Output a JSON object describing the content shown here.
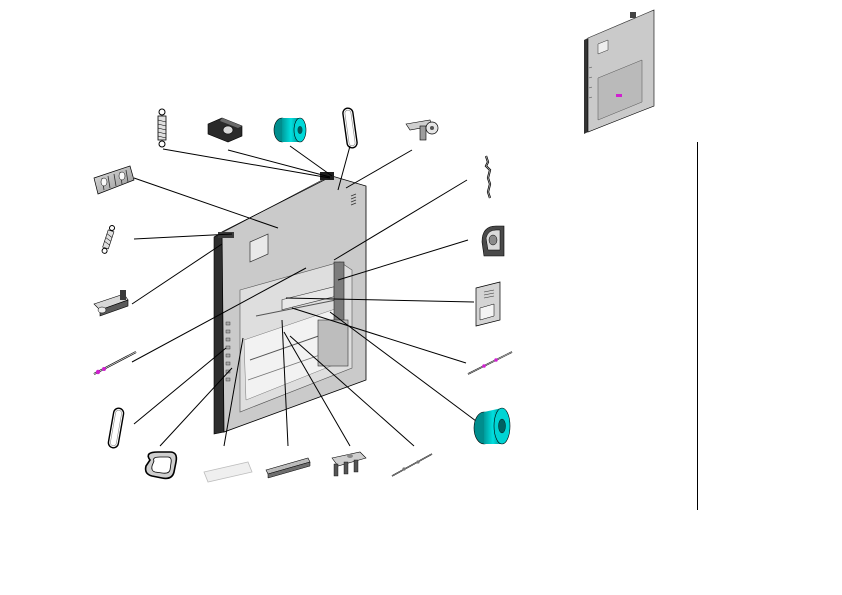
{
  "diagram": {
    "type": "exploded-parts-view",
    "colors": {
      "line": "#000000",
      "panel_face": "#c9c9c9",
      "panel_edge": "#6d6d6d",
      "panel_dark": "#3a3a3a",
      "part_grey": "#b4b4b4",
      "accent_cyan": "#00c8c8",
      "accent_magenta": "#d020d0",
      "paper": "#ffffff"
    },
    "parts": [
      {
        "id": "spring-top",
        "icon": "extension-spring-icon"
      },
      {
        "id": "bracket-top",
        "icon": "bracket-icon"
      },
      {
        "id": "roller-top",
        "icon": "cyan-roller-icon"
      },
      {
        "id": "link-top",
        "icon": "oval-link-icon"
      },
      {
        "id": "lever-top-right",
        "icon": "lever-arm-icon"
      },
      {
        "id": "hinge-left",
        "icon": "hinge-icon"
      },
      {
        "id": "wire-right",
        "icon": "bent-wire-icon"
      },
      {
        "id": "spring-left",
        "icon": "extension-spring-icon"
      },
      {
        "id": "guide-right",
        "icon": "guide-block-icon"
      },
      {
        "id": "handle-left",
        "icon": "lever-handle-icon"
      },
      {
        "id": "cover-plate-right",
        "icon": "cover-plate-icon"
      },
      {
        "id": "shaft-left",
        "icon": "shaft-icon"
      },
      {
        "id": "shaft-right",
        "icon": "shaft-icon"
      },
      {
        "id": "link-left",
        "icon": "oval-link-icon"
      },
      {
        "id": "roller-right",
        "icon": "cyan-roller-icon"
      },
      {
        "id": "belt-bottom",
        "icon": "belt-loop-icon"
      },
      {
        "id": "pad-bottom",
        "icon": "pad-icon"
      },
      {
        "id": "rail-bottom",
        "icon": "rail-icon"
      },
      {
        "id": "clamp-bottom",
        "icon": "clamp-icon"
      },
      {
        "id": "shaft-bottom",
        "icon": "shaft-icon"
      }
    ]
  },
  "thumbnail": {
    "icon": "panel-overview-icon"
  }
}
